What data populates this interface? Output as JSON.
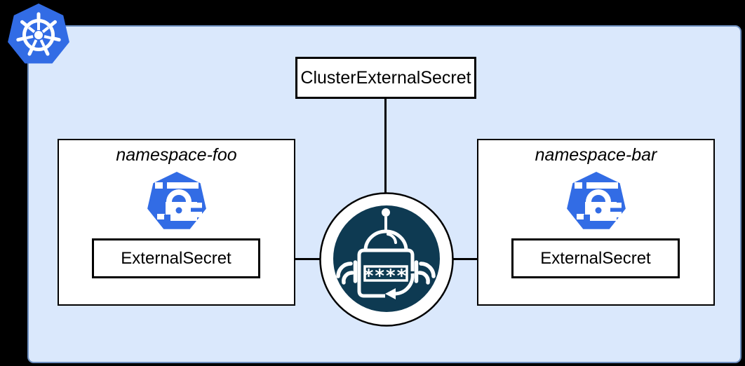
{
  "colors": {
    "cluster_fill": "#dae8fc",
    "cluster_border": "#6c8ebf",
    "kubernetes_blue": "#326ce5",
    "operator_navy": "#0e3a52",
    "line_black": "#000000",
    "node_fill": "#ffffff"
  },
  "cluster": {
    "logo_icon": "kubernetes-helm-wheel-heptagon"
  },
  "top_box": {
    "label": "ClusterExternalSecret"
  },
  "operator": {
    "icon": "external-secrets-operator-robot",
    "password_mask": "****"
  },
  "namespaces": [
    {
      "label": "namespace-foo",
      "resource_label": "ExternalSecret",
      "icon": "external-secret-heptagon-lock"
    },
    {
      "label": "namespace-bar",
      "resource_label": "ExternalSecret",
      "icon": "external-secret-heptagon-lock"
    }
  ]
}
